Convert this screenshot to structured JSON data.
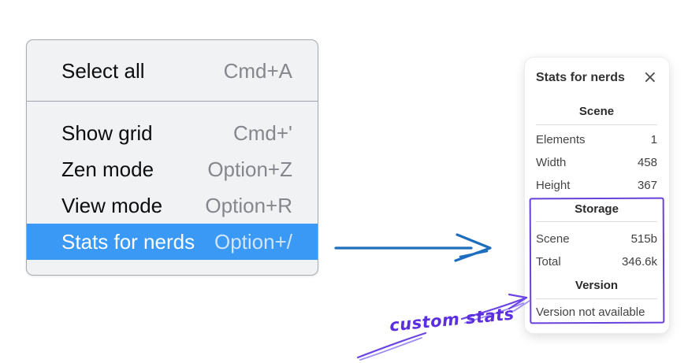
{
  "colors": {
    "menu_background": "#f1f2f4",
    "menu_highlight": "#3999f5",
    "menu_highlight_text": "#ffffff",
    "shortcut_gray": "#85878c",
    "flow_arrow_blue": "#1e6ec0",
    "annotation_violet": "#6741d9",
    "annotation_label_violet": "#5b2ede",
    "panel_background": "#ffffff"
  },
  "menu": {
    "items": [
      {
        "label": "Select all",
        "shortcut": "Cmd+A",
        "selected": false
      },
      {
        "label": "Show grid",
        "shortcut": "Cmd+'",
        "selected": false
      },
      {
        "label": "Zen mode",
        "shortcut": "Option+Z",
        "selected": false
      },
      {
        "label": "View mode",
        "shortcut": "Option+R",
        "selected": false
      },
      {
        "label": "Stats for nerds",
        "shortcut": "Option+/",
        "selected": true
      }
    ]
  },
  "stats_panel": {
    "title": "Stats for nerds",
    "close_glyph": "×",
    "sections": [
      {
        "header": "Scene",
        "rows": [
          {
            "label": "Elements",
            "value": "1"
          },
          {
            "label": "Width",
            "value": "458"
          },
          {
            "label": "Height",
            "value": "367"
          }
        ]
      },
      {
        "header": "Storage",
        "rows": [
          {
            "label": "Scene",
            "value": "515b"
          },
          {
            "label": "Total",
            "value": "346.6k"
          }
        ]
      },
      {
        "header": "Version",
        "note": "Version not available"
      }
    ]
  },
  "annotation": {
    "label": "custom stats"
  }
}
